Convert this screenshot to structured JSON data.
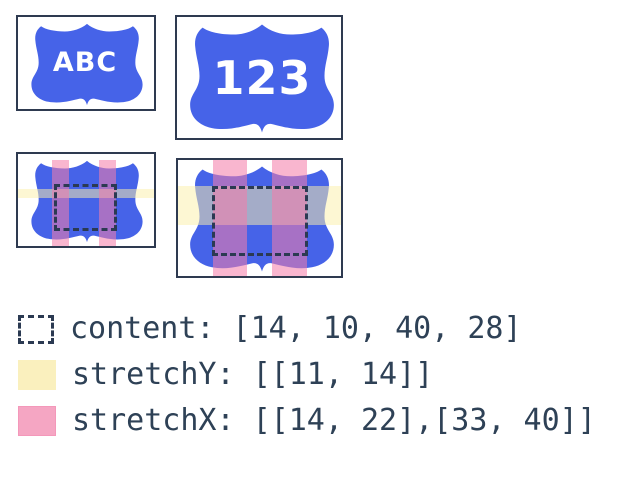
{
  "palette": {
    "blue": "#4663E8",
    "boxBorder": "#2E3A50",
    "dash": "#2B3A52",
    "stretchYFill": "rgba(252,240,170,0.52)",
    "stretchXFill": "rgba(244,125,170,0.56)",
    "legendYellow": "#FAF0BE",
    "legendPink": "#F5A6C3",
    "text": "#2E4156",
    "shieldText": "#FFFFFF"
  },
  "sprites": {
    "small_label": "ABC",
    "large_label": "123"
  },
  "legend": {
    "content": {
      "label": "content: [14, 10, 40, 28]"
    },
    "stretchY": {
      "label": "stretchY: [[11, 14]]"
    },
    "stretchX": {
      "label": "stretchX: [[14, 22],[33, 40]]"
    }
  }
}
